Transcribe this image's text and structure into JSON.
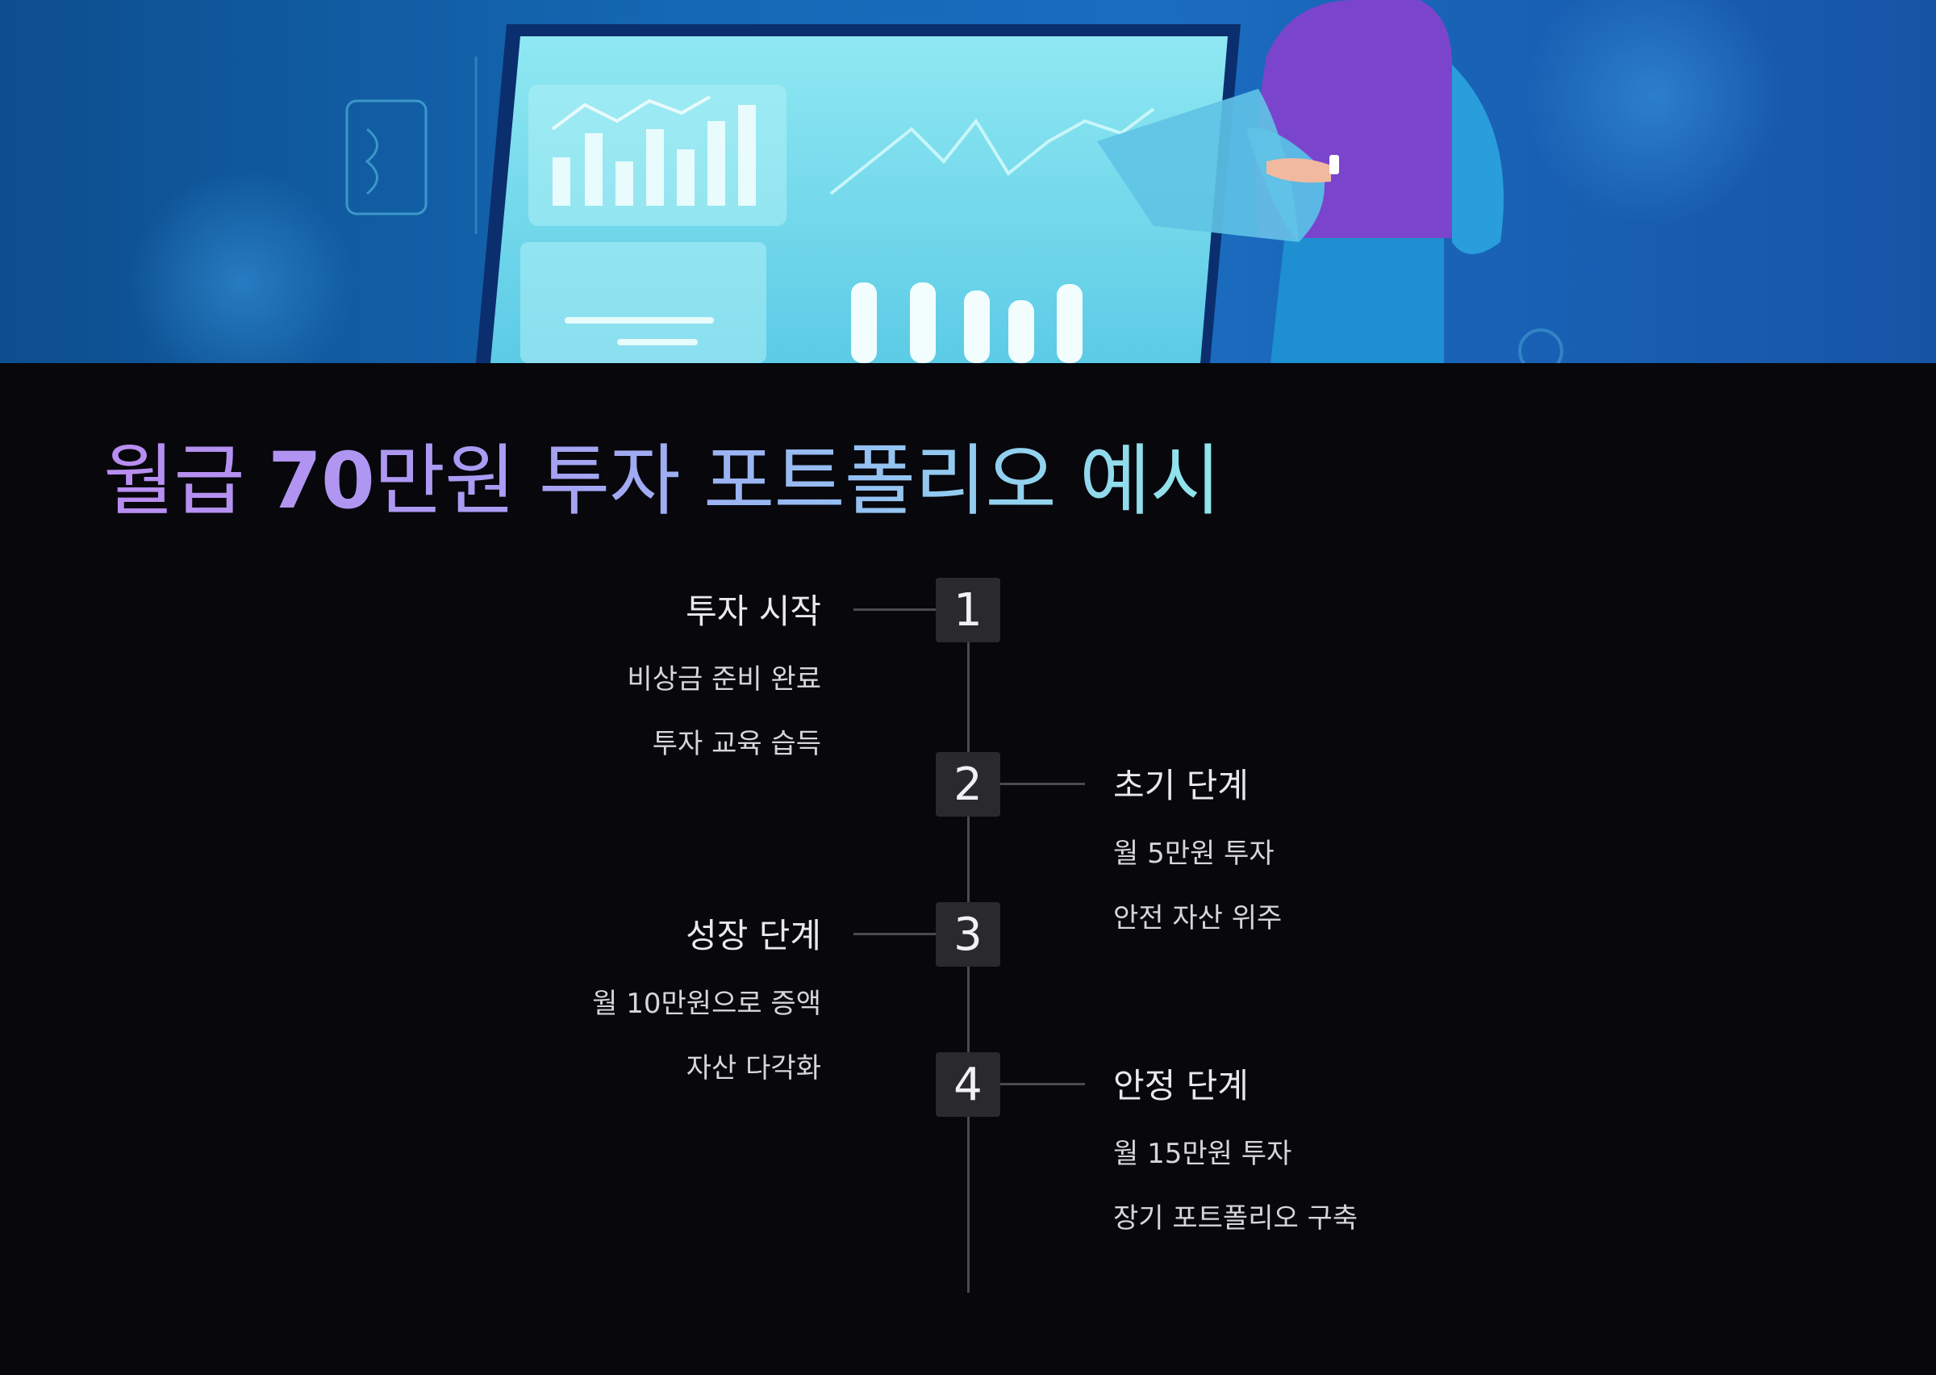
{
  "hero": {
    "illustration": "investment-dashboard-illustration",
    "colors": {
      "background": "#1468b4",
      "screen": "#7fe0ee",
      "figure": "#7a45cc"
    }
  },
  "title": {
    "prefix": "월급 ",
    "number": "70",
    "suffix": "만원 투자 포트폴리오 예시"
  },
  "timeline": [
    {
      "number": "1",
      "side": "left",
      "title": "투자 시작",
      "lines": [
        "비상금 준비 완료",
        "투자 교육 습득"
      ]
    },
    {
      "number": "2",
      "side": "right",
      "title": "초기 단계",
      "lines": [
        "월 5만원 투자",
        "안전 자산 위주"
      ]
    },
    {
      "number": "3",
      "side": "left",
      "title": "성장 단계",
      "lines": [
        "월 10만원으로 증액",
        "자산 다각화"
      ]
    },
    {
      "number": "4",
      "side": "right",
      "title": "안정 단계",
      "lines": [
        "월 15만원 투자",
        "장기 포트폴리오 구축"
      ]
    }
  ]
}
